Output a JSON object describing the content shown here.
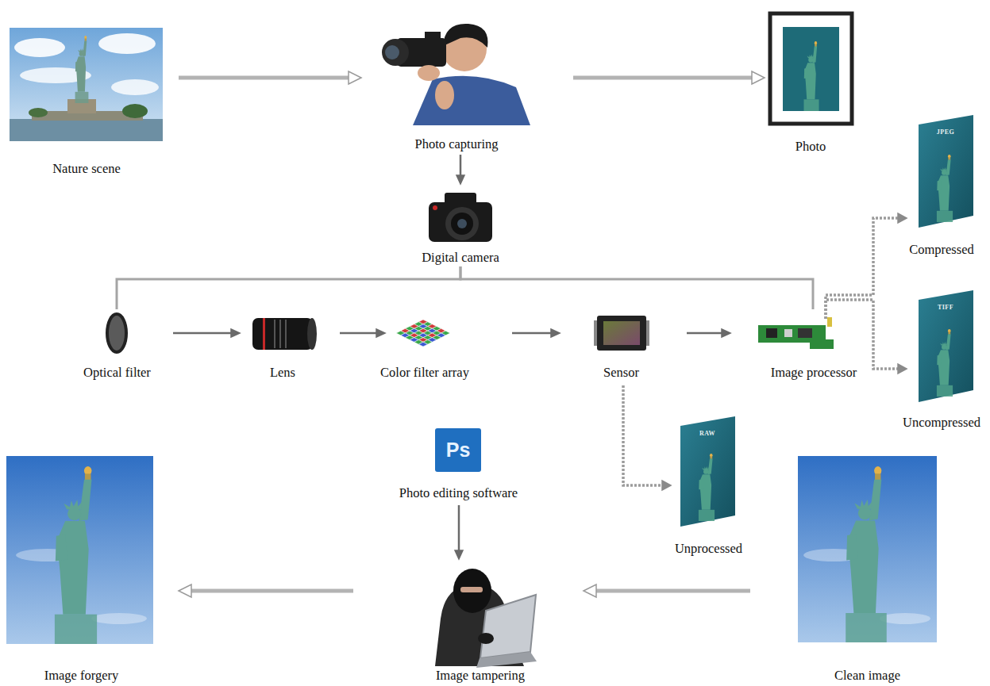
{
  "diagram": {
    "nodes": [
      {
        "text": [
          "Nature scene"
        ]
      },
      {
        "text": [
          "Photo capturing"
        ]
      },
      {
        "text": [
          "Photo"
        ]
      },
      {
        "text": [
          "Compressed"
        ]
      },
      {
        "text": [
          "Digital camera"
        ]
      },
      {
        "text": [
          "Optical filter"
        ]
      },
      {
        "text": [
          "Lens"
        ]
      },
      {
        "text": [
          "Color filter array"
        ]
      },
      {
        "text": [
          "Sensor"
        ]
      },
      {
        "text": [
          "Image processor"
        ]
      },
      {
        "text": [
          "Uncompressed"
        ]
      },
      {
        "text": [
          "Photo editing software"
        ]
      },
      {
        "text": [
          "Unprocessed"
        ]
      },
      {
        "text": [
          "Image forgery"
        ]
      },
      {
        "text": [
          "Image tampering"
        ]
      },
      {
        "text": [
          "Clean image"
        ]
      }
    ],
    "edges": [
      {
        "from": 0,
        "to": 1,
        "arrow": "to"
      },
      {
        "from": 1,
        "to": 2,
        "arrow": "to"
      },
      {
        "from": 1,
        "to": 4,
        "arrow": "to"
      },
      {
        "from": 4,
        "to": 5,
        "arrow": "none"
      },
      {
        "from": 4,
        "to": 9,
        "arrow": "none"
      },
      {
        "from": 5,
        "to": 6,
        "arrow": "to"
      },
      {
        "from": 6,
        "to": 7,
        "arrow": "to"
      },
      {
        "from": 7,
        "to": 8,
        "arrow": "to"
      },
      {
        "from": 8,
        "to": 9,
        "arrow": "to"
      },
      {
        "from": 9,
        "to": 3,
        "arrow": "to"
      },
      {
        "from": 9,
        "to": 10,
        "arrow": "to"
      },
      {
        "from": 8,
        "to": 12,
        "arrow": "to"
      },
      {
        "from": 15,
        "to": 14,
        "arrow": "to"
      },
      {
        "from": 11,
        "to": 14,
        "arrow": "to"
      },
      {
        "from": 14,
        "to": 13,
        "arrow": "to"
      }
    ],
    "labels": [
      "JPEG",
      "TIFF",
      "RAW",
      "Ps"
    ]
  }
}
